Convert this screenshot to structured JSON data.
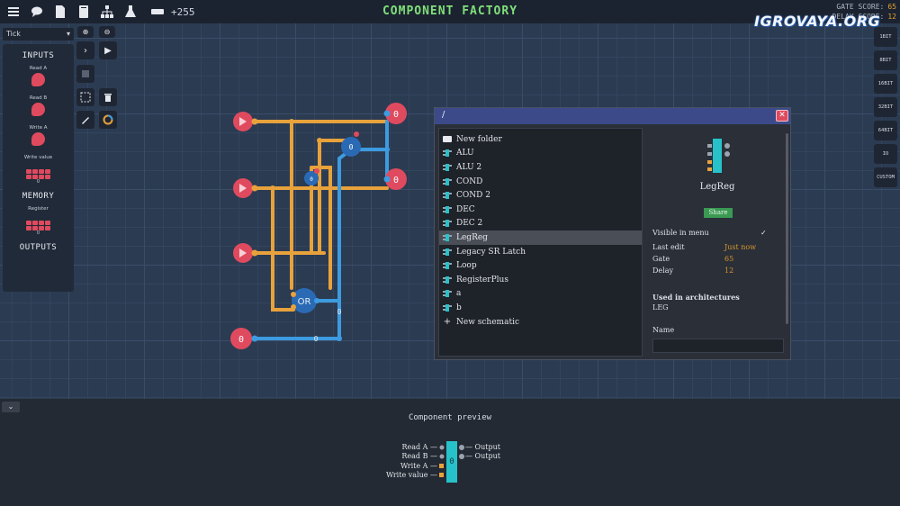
{
  "topbar": {
    "icons": [
      "menu-icon",
      "chat-icon",
      "document-icon",
      "book-icon",
      "hierarchy-icon",
      "flask-icon",
      "ram-icon"
    ],
    "gate_delta": "+255",
    "title": "COMPONENT FACTORY",
    "gate_score_label": "GATE SCORE:",
    "gate_score_value": "65",
    "delay_label": "DELAY SCORE:",
    "delay_value": "12"
  },
  "watermark": "IGROVAYA.ORG",
  "tick_select": {
    "value": "Tick",
    "arrow": "▾"
  },
  "palette": {
    "inputs_heading": "INPUTS",
    "items": [
      {
        "label": "Read A"
      },
      {
        "label": "Read B"
      },
      {
        "label": "Write A"
      }
    ],
    "write_value_label": "Write value",
    "write_value_zero": "0",
    "memory_heading": "MEMORY",
    "register_label": "Register",
    "register_zero": "0",
    "outputs_heading": "OUTPUTS"
  },
  "tools": {
    "zoom_in": "⊕",
    "zoom_out": "⊖",
    "step": "›",
    "play": "▶"
  },
  "bit_buttons": [
    "1BIT",
    "8BIT",
    "16BIT",
    "32BIT",
    "64BIT",
    "IO",
    "CUSTOM"
  ],
  "circuit": {
    "or_label": "OR",
    "values": [
      "0",
      "0",
      "0",
      "0",
      "0",
      "0",
      "0"
    ]
  },
  "dialog": {
    "path": "/",
    "close": "✕",
    "new_folder": "New folder",
    "files": [
      "ALU",
      "ALU 2",
      "COND",
      "COND 2",
      "DEC",
      "DEC 2",
      "LegReg",
      "Legacy SR Latch",
      "Loop",
      "RegisterPlus",
      "a",
      "b"
    ],
    "selected": "LegReg",
    "new_schematic": "New schematic",
    "details": {
      "name": "LegReg",
      "share": "Share",
      "visible_label": "Visible in menu",
      "visible_check": "✓",
      "last_edit_label": "Last edit",
      "last_edit_value": "Just now",
      "gate_label": "Gate",
      "gate_value": "65",
      "delay_label": "Delay",
      "delay_value": "12",
      "used_in_label": "Used in architectures",
      "used_in_value": "LEG",
      "name_label": "Name"
    }
  },
  "preview": {
    "collapse": "⌄",
    "title": "Component preview",
    "inputs": [
      "Read A —",
      "Read B —",
      "Write A —",
      "Write value —"
    ],
    "outputs": [
      "— Output",
      "— Output"
    ],
    "value": "0"
  },
  "colors": {
    "accent_green": "#7fe07a",
    "wire_orange": "#e8a23c",
    "wire_blue": "#3d9be0",
    "pin_red": "#e04a5e",
    "teal": "#27c1c9",
    "dialog_title": "#3d4a8a"
  }
}
